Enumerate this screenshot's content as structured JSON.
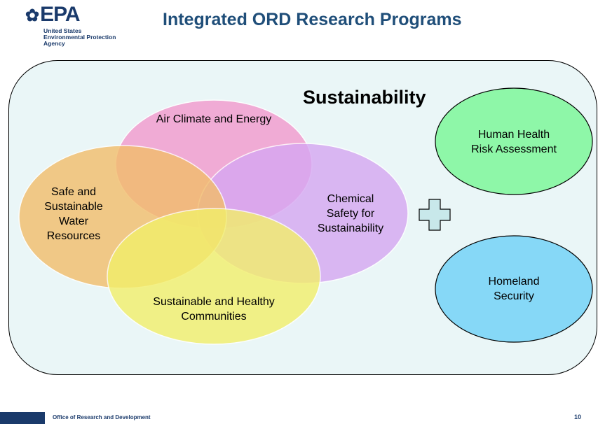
{
  "header": {
    "logo_text": "EPA",
    "logo_line1": "United States",
    "logo_line2": "Environmental Protection",
    "logo_line3": "Agency",
    "title": "Integrated ORD Research Programs"
  },
  "diagram": {
    "group_label": "Sustainability",
    "programs": [
      {
        "label_lines": [
          "Air Climate and Energy"
        ],
        "color": "#f29ed0"
      },
      {
        "label_lines": [
          "Chemical",
          "Safety for",
          "Sustainability"
        ],
        "color": "#d6a7f2"
      },
      {
        "label_lines": [
          "Safe and",
          "Sustainable",
          "Water",
          "Resources"
        ],
        "color": "#f2bd6a"
      },
      {
        "label_lines": [
          "Sustainable and Healthy",
          "Communities"
        ],
        "color": "#f2ef6a"
      }
    ],
    "separate_programs": [
      {
        "label_lines": [
          "Human Health",
          "Risk Assessment"
        ],
        "color": "#8ef7a8"
      },
      {
        "label_lines": [
          "Homeland",
          "Security"
        ],
        "color": "#86d8f7"
      }
    ],
    "plus_symbol_color": "#c8e8ea"
  },
  "footer": {
    "office": "Office of Research and Development",
    "page_number": "10"
  }
}
